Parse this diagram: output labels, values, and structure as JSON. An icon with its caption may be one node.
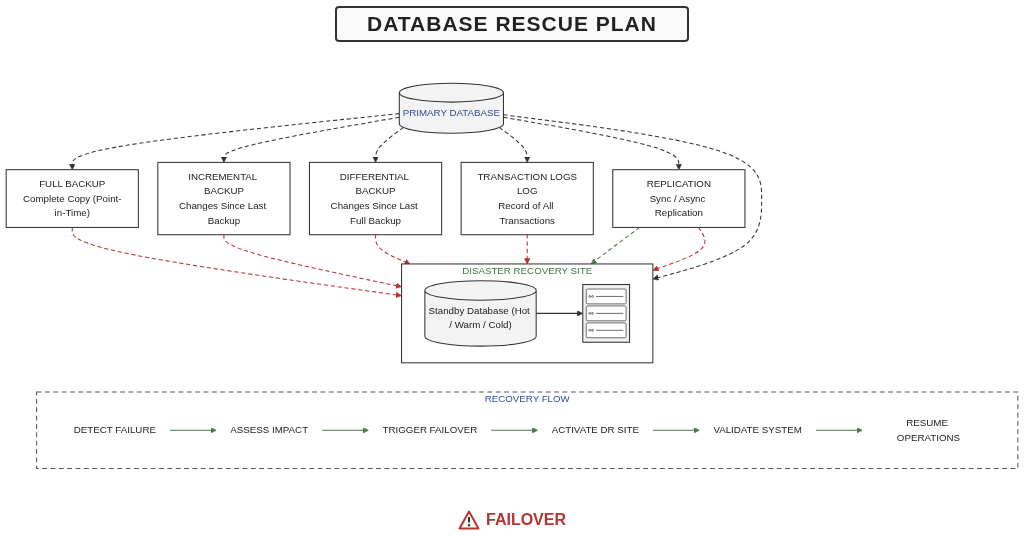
{
  "diagram": {
    "title": "DATABASE RESCUE PLAN",
    "nodes": [
      {
        "text": [
          "PRIMARY DATABASE"
        ]
      },
      {
        "text": [
          "FULL BACKUP",
          "Complete Copy (Point-in-Time)"
        ]
      },
      {
        "text": [
          "INCREMENTAL BACKUP",
          "Changes Since Last Backup"
        ]
      },
      {
        "text": [
          "DIFFERENTIAL BACKUP",
          "Changes Since Last Full Backup"
        ]
      },
      {
        "text": [
          "TRANSACTION LOGS",
          "LOG",
          "Record of All Transactions"
        ]
      },
      {
        "text": [
          "REPLICATION",
          "Sync / Async Replication"
        ]
      },
      {
        "text": [
          "DISASTER RECOVERY SITE"
        ]
      },
      {
        "text": [
          "Standby Database (Hot / Warm / Cold)"
        ],
        "in": 6
      },
      {
        "text": [],
        "shape": "picture",
        "in": 6
      },
      {
        "text": [
          "RECOVERY FLOW"
        ]
      },
      {
        "text": [
          "DETECT FAILURE"
        ],
        "in": 9
      },
      {
        "text": [
          "ASSESS IMPACT"
        ],
        "in": 9
      },
      {
        "text": [
          "TRIGGER FAILOVER"
        ],
        "in": 9
      },
      {
        "text": [
          "ACTIVATE DR SITE"
        ],
        "in": 9
      },
      {
        "text": [
          "VALIDATE SYSTEM"
        ],
        "in": 9
      },
      {
        "text": [
          "RESUME OPERATIONS"
        ],
        "in": 9
      }
    ],
    "edges": [
      {
        "from": 0,
        "to": 1,
        "arrow": "to",
        "style": "dashed"
      },
      {
        "from": 0,
        "to": 2,
        "arrow": "to",
        "style": "dashed"
      },
      {
        "from": 0,
        "to": 3,
        "arrow": "to",
        "style": "dashed"
      },
      {
        "from": 0,
        "to": 4,
        "arrow": "to",
        "style": "dashed"
      },
      {
        "from": 0,
        "to": 5,
        "arrow": "to",
        "style": "dashed"
      },
      {
        "from": 0,
        "to": 6,
        "arrow": "to",
        "style": "dashed"
      },
      {
        "from": 5,
        "to": 6,
        "arrow": "to",
        "style": "dashed",
        "color": "#4a7a4a"
      },
      {
        "from": 1,
        "to": 6,
        "arrow": "to",
        "style": "dashed",
        "color": "#b83232"
      },
      {
        "from": 2,
        "to": 6,
        "arrow": "to",
        "style": "dashed",
        "color": "#b83232"
      },
      {
        "from": 3,
        "to": 6,
        "arrow": "to",
        "style": "dashed",
        "color": "#b83232"
      },
      {
        "from": 4,
        "to": 6,
        "arrow": "to",
        "style": "dashed",
        "color": "#b83232"
      },
      {
        "from": 5,
        "to": 6,
        "arrow": "to",
        "style": "dashed",
        "color": "#b83232"
      },
      {
        "from": 7,
        "to": 8,
        "arrow": "to"
      },
      {
        "from": 10,
        "to": 11,
        "arrow": "to",
        "color": "#4a7a4a"
      },
      {
        "from": 11,
        "to": 12,
        "arrow": "to",
        "color": "#4a7a4a"
      },
      {
        "from": 12,
        "to": 13,
        "arrow": "to",
        "color": "#4a7a4a"
      },
      {
        "from": 13,
        "to": 14,
        "arrow": "to",
        "color": "#4a7a4a"
      },
      {
        "from": 14,
        "to": 15,
        "arrow": "to",
        "color": "#4a7a4a"
      }
    ],
    "labels": [
      "FAILOVER"
    ]
  }
}
